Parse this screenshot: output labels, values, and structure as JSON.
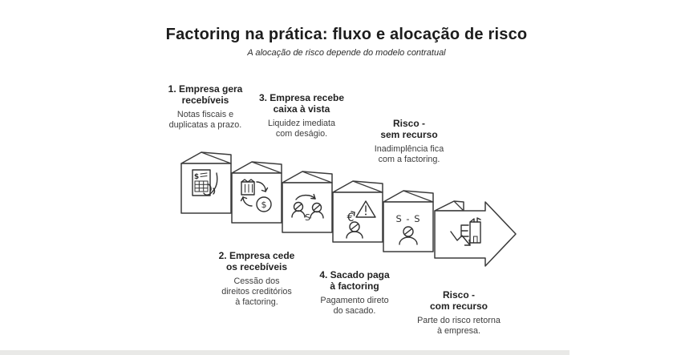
{
  "page": {
    "background_color": "#ffffff",
    "line_color": "#3b3b3b",
    "footer_bar_color": "#e9e9e7"
  },
  "header": {
    "title": "Factoring na prática: fluxo e alocação de risco",
    "subtitle": "A alocação de risco depende do modelo contratual"
  },
  "labels": {
    "step1": {
      "heading": "1. Empresa gera\nrecebíveis",
      "description": "Notas fiscais e\nduplicatas a prazo."
    },
    "step2": {
      "heading": "2. Empresa cede\nos recebíveis",
      "description": "Cessão dos\ndireitos creditórios\nà factoring."
    },
    "step3": {
      "heading": "3. Empresa recebe\ncaixa à vista",
      "description": "Liquidez imediata\ncom deságio."
    },
    "step4": {
      "heading": "4. Sacado paga\nà factoring",
      "description": "Pagamento direto\ndo sacado."
    },
    "risk_sem_recurso": {
      "heading": "Risco -\nsem recurso",
      "description": "Inadimplência fica\ncom a factoring."
    },
    "risk_com_recurso": {
      "heading": "Risco -\ncom recurso",
      "description": "Parte do risco retorna\nà empresa."
    }
  },
  "flow": {
    "icons": [
      "invoice-hand-icon",
      "receivable-to-cash-icon",
      "cede-receivables-icon",
      "default-warning-icon",
      "debtor-pays-icon",
      "risk-return-company-icon"
    ],
    "glyphs": {
      "invoice_currency": "$",
      "coin_currency": "$",
      "transfer_currency": "S",
      "payment_text": "S - S",
      "warning_mark": "!",
      "euro_arrow": "€"
    }
  }
}
